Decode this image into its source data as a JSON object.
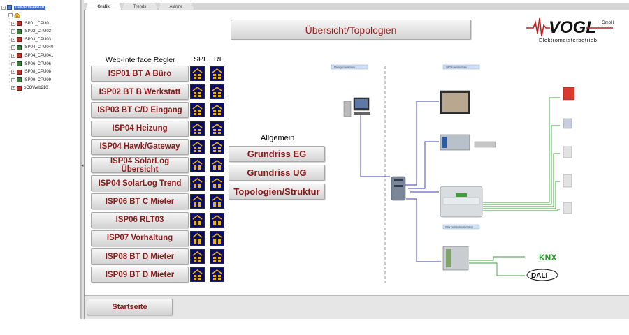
{
  "tree": {
    "root": "Leitzentrale8ah",
    "home": "",
    "items": [
      "ISP01_CPU01",
      "ISP02_CPU02",
      "ISP03_CPU03",
      "ISP04_CPU040",
      "ISP04_CPU041",
      "ISP06_CPU06",
      "ISP08_CPU08",
      "ISP09_CPU09",
      "pCOWeb210"
    ]
  },
  "tabs": [
    "Grafik",
    "Trends",
    "Alarme"
  ],
  "page_title": "Übersicht/Topologien",
  "logo": {
    "name": "VOGL",
    "suffix": "GmbH",
    "subtitle": "Elektromeisterbetrieb"
  },
  "regler": {
    "heading": "Web-Interface Regler",
    "col_spl": "SPL",
    "col_ri": "RI",
    "buttons": [
      "ISP01 BT A Büro",
      "ISP02 BT B Werkstatt",
      "ISP03 BT C/D Eingang",
      "ISP04 Heizung",
      "ISP04 Hawk/Gateway",
      "ISP04 SolarLog Übersicht",
      "ISP04 SolarLog Trend",
      "ISP06 BT C Mieter",
      "ISP06 RLT03",
      "ISP07 Vorhaltung",
      "ISP08 BT D Mieter",
      "ISP09 BT D Mieter"
    ]
  },
  "allgemein": {
    "heading": "Allgemein",
    "buttons": [
      "Grundriss EG",
      "Grundriss UG",
      "Topologien/Struktur"
    ]
  },
  "diagram": {
    "hdr_left": "Managementebene",
    "hdr_mid": "ISP04 Heizzentrale",
    "hdr_bottom": "ISPx Gebäudeautomation",
    "knx": "KNX",
    "dali": "DALI"
  },
  "footer": {
    "start_label": "Startseite"
  },
  "colors": {
    "button_text": "#8b1a1a",
    "icon_bg": "#0c0d6b",
    "icon_fg": "#e8b400",
    "green_line": "#3e9e3e",
    "blue_line": "#3b3bb3"
  }
}
